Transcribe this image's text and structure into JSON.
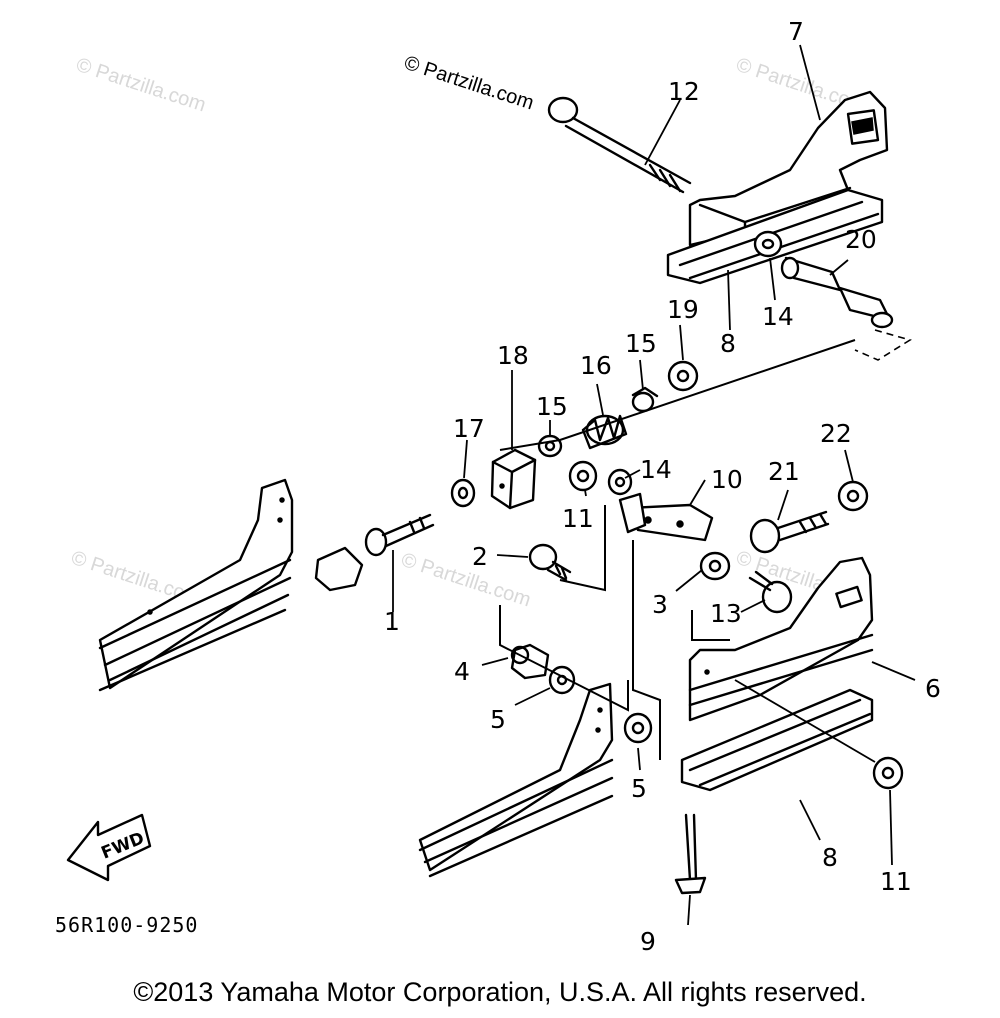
{
  "watermarks": {
    "primary": "© Partzilla.com",
    "faded": "© Partzilla.com"
  },
  "direction_badge": "FWD",
  "diagram_code": "56R100-9250",
  "copyright": "©2013 Yamaha Motor Corporation, U.S.A. All rights reserved.",
  "callouts": {
    "c1": "1",
    "c2": "2",
    "c3": "3",
    "c4": "4",
    "c5a": "5",
    "c5b": "5",
    "c6": "6",
    "c7": "7",
    "c8a": "8",
    "c8b": "8",
    "c9": "9",
    "c10": "10",
    "c11a": "11",
    "c11b": "11",
    "c12": "12",
    "c13": "13",
    "c14a": "14",
    "c14b": "14",
    "c15a": "15",
    "c15b": "15",
    "c16": "16",
    "c17": "17",
    "c18": "18",
    "c19": "19",
    "c20": "20",
    "c21": "21",
    "c22": "22"
  }
}
